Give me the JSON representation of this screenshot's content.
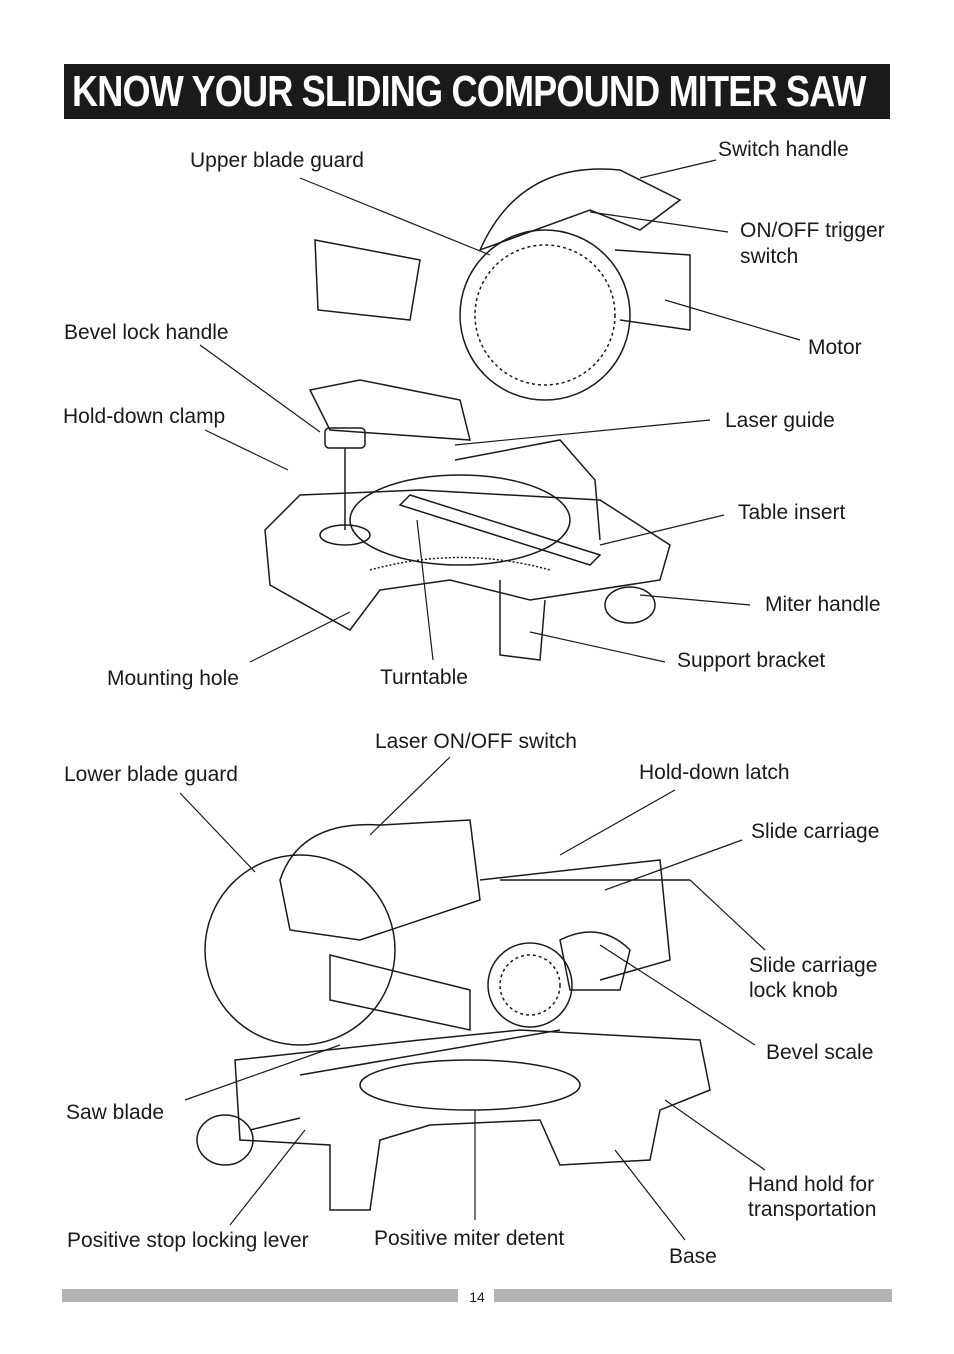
{
  "title": "KNOW YOUR SLIDING COMPOUND MITER SAW",
  "top_diagram": {
    "labels": {
      "upper_blade_guard": "Upper blade guard",
      "switch_handle": "Switch handle",
      "on_off_trigger_1": "ON/OFF trigger",
      "on_off_trigger_2": "switch",
      "bevel_lock_handle": "Bevel lock handle",
      "motor": "Motor",
      "hold_down_clamp": "Hold-down clamp",
      "laser_guide": "Laser guide",
      "table_insert": "Table insert",
      "miter_handle": "Miter handle",
      "support_bracket": "Support bracket",
      "mounting_hole": "Mounting hole",
      "turntable": "Turntable"
    }
  },
  "bottom_diagram": {
    "labels": {
      "laser_switch": "Laser ON/OFF switch",
      "lower_blade_guard": "Lower blade guard",
      "hold_down_latch": "Hold-down latch",
      "slide_carriage": "Slide carriage",
      "slide_lock_1": "Slide carriage",
      "slide_lock_2": "lock knob",
      "bevel_scale": "Bevel scale",
      "saw_blade": "Saw blade",
      "hand_hold_1": "Hand hold for",
      "hand_hold_2": "transportation",
      "positive_stop": "Positive stop locking lever",
      "positive_detent": "Positive miter detent",
      "base": "Base"
    }
  },
  "footer": {
    "page_number": "14"
  }
}
